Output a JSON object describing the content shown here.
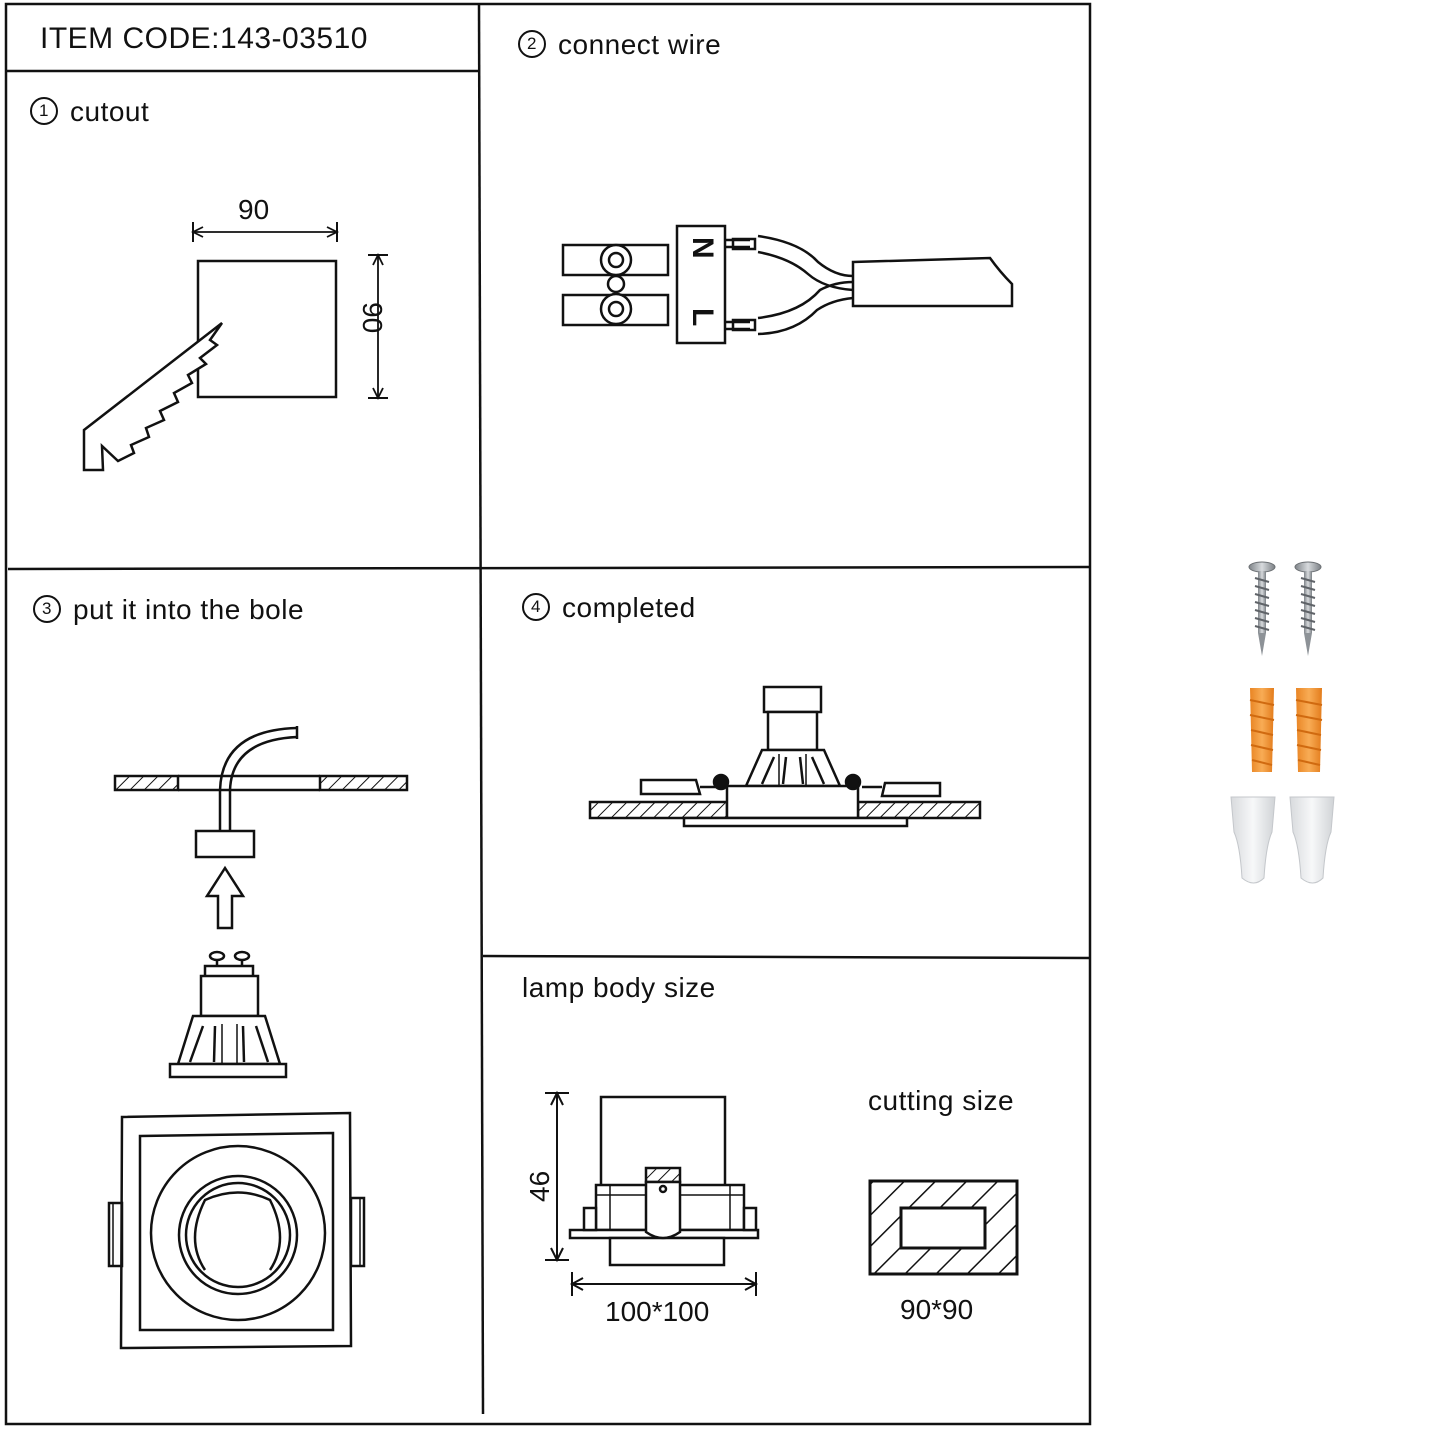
{
  "header": {
    "item_code": "ITEM CODE:143-03510"
  },
  "panels": {
    "cutout": {
      "number": "1",
      "title": "cutout",
      "width_label": "90",
      "height_label": "90"
    },
    "connect_wire": {
      "number": "2",
      "title": "connect wire",
      "terminal_n": "N",
      "terminal_l": "L"
    },
    "put_into": {
      "number": "3",
      "title": "put it into the bole"
    },
    "completed": {
      "number": "4",
      "title": "completed"
    },
    "lamp_body": {
      "title": "lamp body size",
      "height_label": "46",
      "width_label": "100*100",
      "cutting_title": "cutting size",
      "cutting_label": "90*90"
    }
  },
  "accessories": [
    "screw-icon",
    "wall-plug-icon",
    "wire-connector-icon"
  ],
  "colors": {
    "line": "#111111",
    "plug": "#f39a3c",
    "connector": "#e9eaec",
    "screw": "#a9adb2"
  }
}
